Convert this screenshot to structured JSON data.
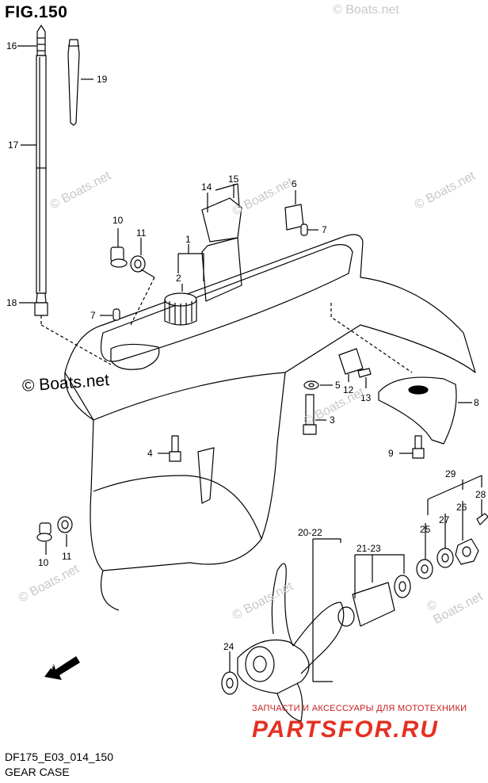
{
  "figure": {
    "title": "FIG.150",
    "code": "DF175_E03_014_150",
    "subtitle": "GEAR CASE"
  },
  "watermarks": [
    "© Boats.net",
    "© Boats.net",
    "© Boats.net",
    "© Boats.net",
    "© Boats.net",
    "© Boats.net",
    "© Boats.net",
    "© Boats.net"
  ],
  "watermark_main": "© Boats.net",
  "advertisement": {
    "tagline": "ЗАПЧАСТИ И АКСЕССУАРЫ ДЛЯ МОТОТЕХНИКИ",
    "brand": "PARTSFOR.RU",
    "brand_color": "#e53022"
  },
  "fwd_label": "FWD",
  "callouts": {
    "c1": "1",
    "c2": "2",
    "c3": "3",
    "c4": "4",
    "c5": "5",
    "c6": "6",
    "c7a": "7",
    "c7b": "7",
    "c8": "8",
    "c9": "9",
    "c10a": "10",
    "c10b": "10",
    "c11a": "11",
    "c11b": "11",
    "c12": "12",
    "c13": "13",
    "c14": "14",
    "c15": "15",
    "c16": "16",
    "c17": "17",
    "c18": "18",
    "c19": "19",
    "c20_22": "20-22",
    "c21_23": "21-23",
    "c24": "24",
    "c25": "25",
    "c26": "26",
    "c27": "27",
    "c28": "28",
    "c29": "29"
  }
}
